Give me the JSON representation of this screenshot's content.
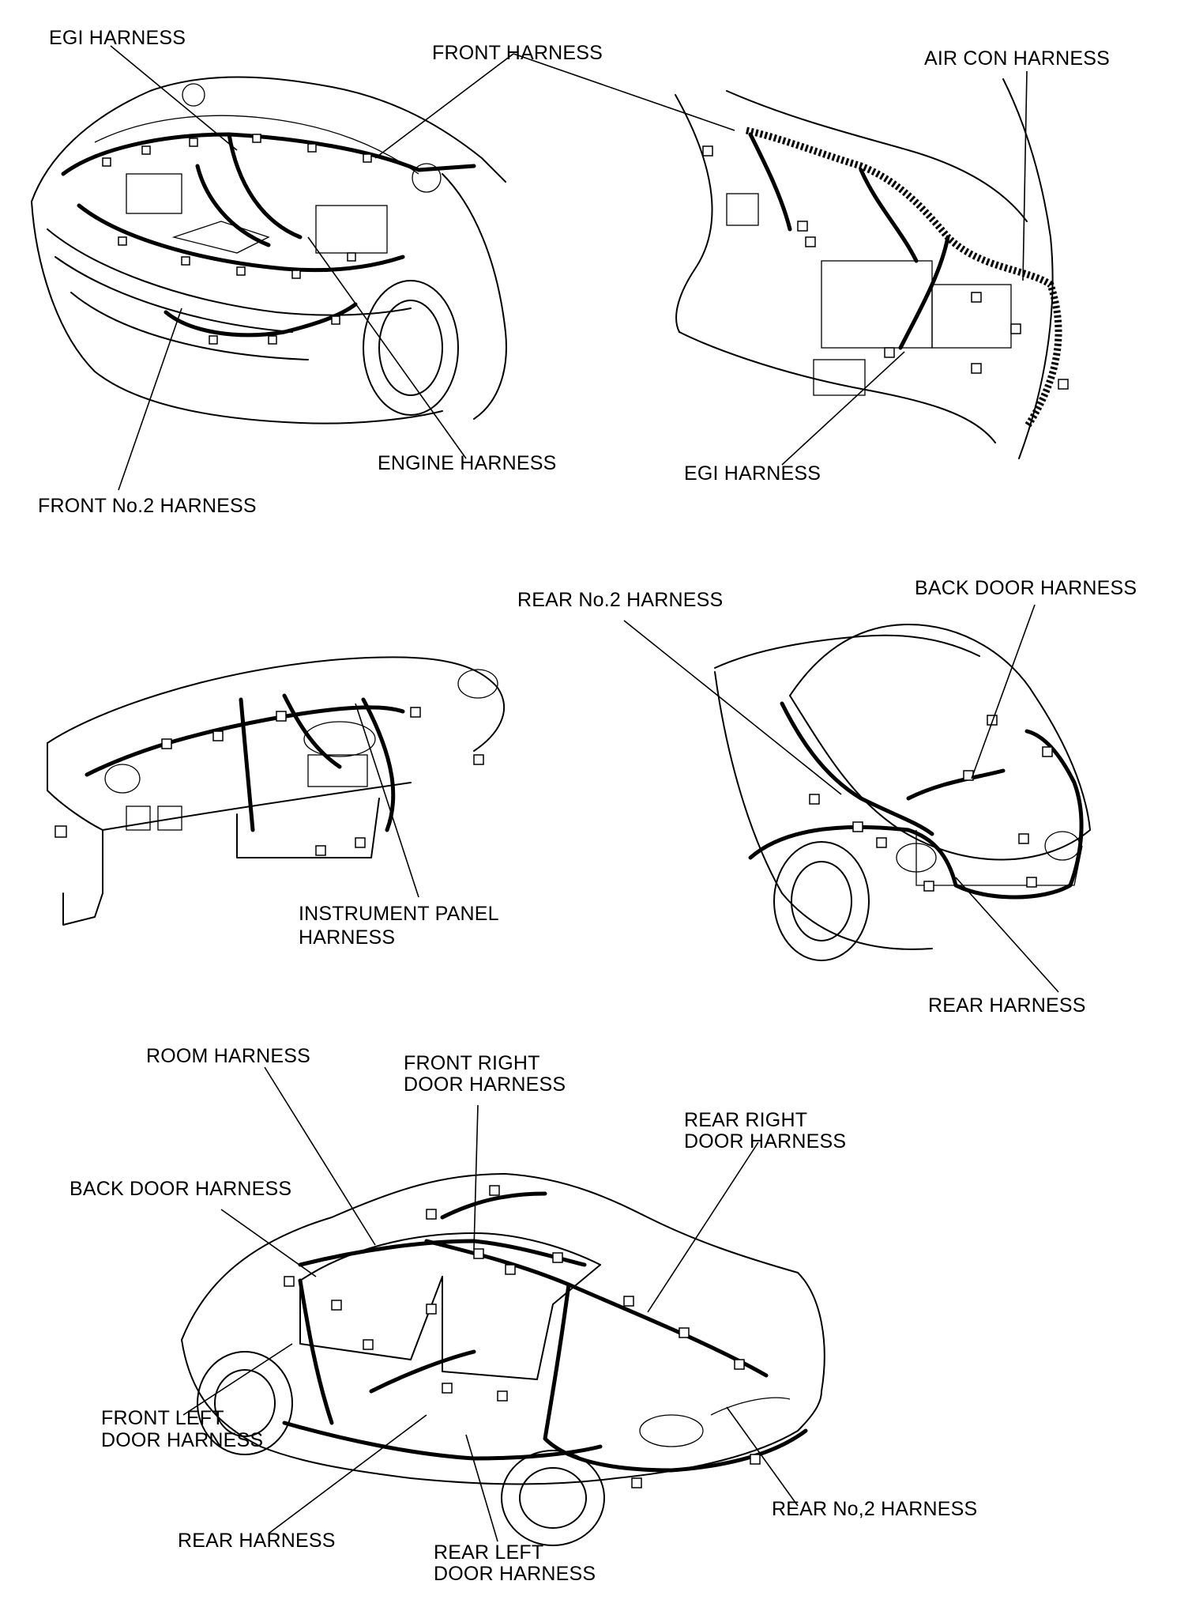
{
  "labels": {
    "egi_harness_top": "EGI HARNESS",
    "front_harness": "FRONT HARNESS",
    "air_con_harness": "AIR CON HARNESS",
    "engine_harness": "ENGINE HARNESS",
    "egi_harness_right": "EGI HARNESS",
    "front_no2_harness": "FRONT No.2 HARNESS",
    "rear_no2_harness_top": "REAR No.2 HARNESS",
    "back_door_harness_top": "BACK DOOR HARNESS",
    "instrument_panel_harness_line1": "INSTRUMENT PANEL",
    "instrument_panel_harness_line2": "HARNESS",
    "rear_harness_top": "REAR HARNESS",
    "room_harness": "ROOM HARNESS",
    "front_right_door_harness_line1": "FRONT RIGHT",
    "front_right_door_harness_line2": "DOOR HARNESS",
    "rear_right_door_harness_line1": "REAR RIGHT",
    "rear_right_door_harness_line2": "DOOR HARNESS",
    "back_door_harness_bottom": "BACK DOOR HARNESS",
    "front_left_door_harness_line1": "FRONT LEFT",
    "front_left_door_harness_line2": "DOOR HARNESS",
    "rear_no2_harness_bottom": "REAR No,2 HARNESS",
    "rear_harness_bottom": "REAR HARNESS",
    "rear_left_door_harness_line1": "REAR LEFT",
    "rear_left_door_harness_line2": "DOOR HARNESS"
  }
}
